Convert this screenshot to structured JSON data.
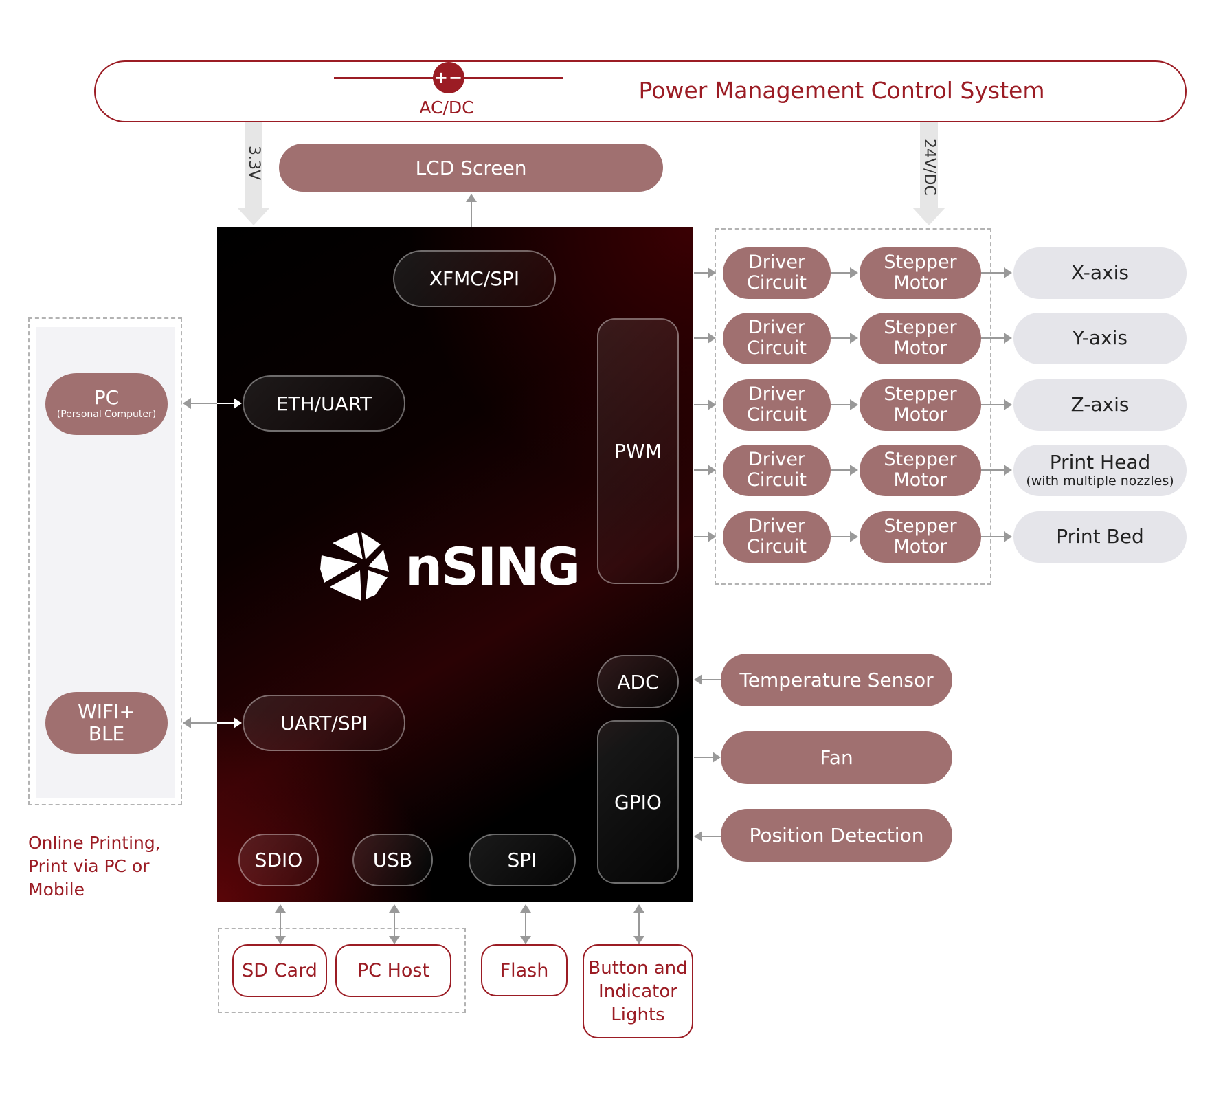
{
  "power": {
    "title": "Power Management Control System",
    "acdc_label": "AC/DC",
    "acdc_icon": "+−",
    "rail_3v3": "3.3V",
    "rail_24v": "24V/DC"
  },
  "lcd": {
    "label": "LCD Screen"
  },
  "chip": {
    "brand": "nSING",
    "ports": {
      "xfmc": "XFMC/SPI",
      "eth": "ETH/UART",
      "uart": "UART/SPI",
      "pwm": "PWM",
      "adc": "ADC",
      "gpio": "GPIO",
      "sdio": "SDIO",
      "usb": "USB",
      "spi": "SPI"
    }
  },
  "left_panel": {
    "pc": {
      "title": "PC",
      "subtitle": "(Personal Computer)"
    },
    "wifi": {
      "line1": "WIFI+",
      "line2": "BLE"
    },
    "caption": [
      "Online Printing,",
      "Print via PC or",
      "Mobile"
    ]
  },
  "motion": {
    "rows": [
      {
        "driver": [
          "Driver",
          "Circuit"
        ],
        "motor": [
          "Stepper",
          "Motor"
        ],
        "output": "X-axis",
        "output_sub": ""
      },
      {
        "driver": [
          "Driver",
          "Circuit"
        ],
        "motor": [
          "Stepper",
          "Motor"
        ],
        "output": "Y-axis",
        "output_sub": ""
      },
      {
        "driver": [
          "Driver",
          "Circuit"
        ],
        "motor": [
          "Stepper",
          "Motor"
        ],
        "output": "Z-axis",
        "output_sub": ""
      },
      {
        "driver": [
          "Driver",
          "Circuit"
        ],
        "motor": [
          "Stepper",
          "Motor"
        ],
        "output": "Print Head",
        "output_sub": "(with multiple nozzles)"
      },
      {
        "driver": [
          "Driver",
          "Circuit"
        ],
        "motor": [
          "Stepper",
          "Motor"
        ],
        "output": "Print Bed",
        "output_sub": ""
      }
    ]
  },
  "sensors": {
    "temperature": "Temperature Sensor",
    "fan": "Fan",
    "position": "Position Detection"
  },
  "storage": {
    "sd_card": "SD Card",
    "pc_host": "PC Host",
    "flash": "Flash",
    "button": [
      "Button and",
      "Indicator",
      "Lights"
    ]
  },
  "colors": {
    "accent": "#9b1c24",
    "mauve": "#a07070",
    "grey_pill": "#e5e5ea",
    "connector": "#999999"
  }
}
